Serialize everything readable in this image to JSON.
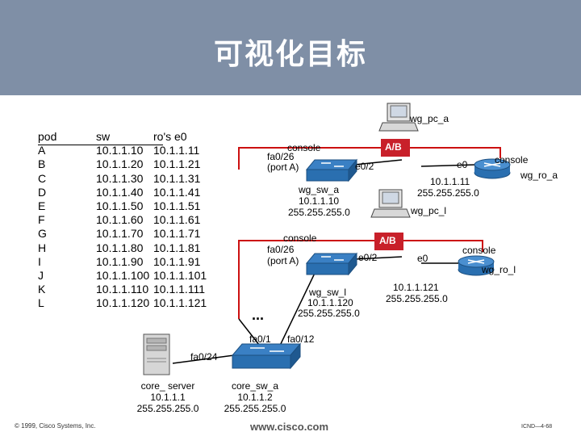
{
  "title": "可视化目标",
  "table": {
    "headers": [
      "pod",
      "sw",
      "ro's e0"
    ],
    "pods": [
      "A",
      "B",
      "C",
      "D",
      "E",
      "F",
      "G",
      "H",
      "I",
      "J",
      "K",
      "L"
    ],
    "sw": [
      "10.1.1.10",
      "10.1.1.20",
      "10.1.1.30",
      "10.1.1.40",
      "10.1.1.50",
      "10.1.1.60",
      "10.1.1.70",
      "10.1.1.80",
      "10.1.1.90",
      "10.1.1.100",
      "10.1.1.110",
      "10.1.1.120"
    ],
    "ro": [
      "10.1.1.11",
      "10.1.1.21",
      "10.1.1.31",
      "10.1.1.41",
      "10.1.1.51",
      "10.1.1.61",
      "10.1.1.71",
      "10.1.1.81",
      "10.1.1.91",
      "10.1.1.101",
      "10.1.1.111",
      "10.1.1.121"
    ]
  },
  "labels": {
    "wg_pc_a": "wg_pc_a",
    "ab_top": "A/B",
    "console_sw_a": "console",
    "fa026_a": "fa0/26",
    "porta_a": "(port A)",
    "e02_a": "e0/2",
    "e0_a": "e0",
    "console_ro_a": "console",
    "wg_ro_a": "wg_ro_a",
    "ro_a_ip": "10.1.1.11",
    "ro_a_mask": "255.255.255.0",
    "wg_sw_a": "wg_sw_a",
    "sw_a_ip": "10.1.1.10",
    "sw_a_mask": "255.255.255.0",
    "wg_pc_l": "wg_pc_l",
    "console_sw_l": "console",
    "fa026_l": "fa0/26",
    "porta_l": "(port A)",
    "ab_l": "A/B",
    "e02_l": "e0/2",
    "e0_l": "e0",
    "console_ro_l": "console",
    "wg_ro_l": "wg_ro_l",
    "wg_sw_l": "wg_sw_l",
    "sw_l_ip": "10.1.1.120",
    "sw_l_mask": "255.255.255.0",
    "ro_l_ip": "10.1.1.121",
    "ro_l_mask": "255.255.255.0",
    "dots": "...",
    "fa01": "fa0/1",
    "fa012": "fa0/12",
    "fa024": "fa0/24",
    "core_server": "core_ server",
    "core_server_ip": "10.1.1.1",
    "core_server_mask": "255.255.255.0",
    "core_sw_a": "core_sw_a",
    "core_sw_ip": "10.1.1.2",
    "core_sw_mask": "255.255.255.0"
  },
  "footer": {
    "copyright": "© 1999, Cisco Systems, Inc.",
    "site": "www.cisco.com",
    "page": "ICND—4-68"
  },
  "colors": {
    "banner": "#7f8fa6",
    "link_red": "#cc1010",
    "ab_box": "#c8202a",
    "switch_blue": "#2a6fb0",
    "router_blue": "#2a6fb0"
  }
}
